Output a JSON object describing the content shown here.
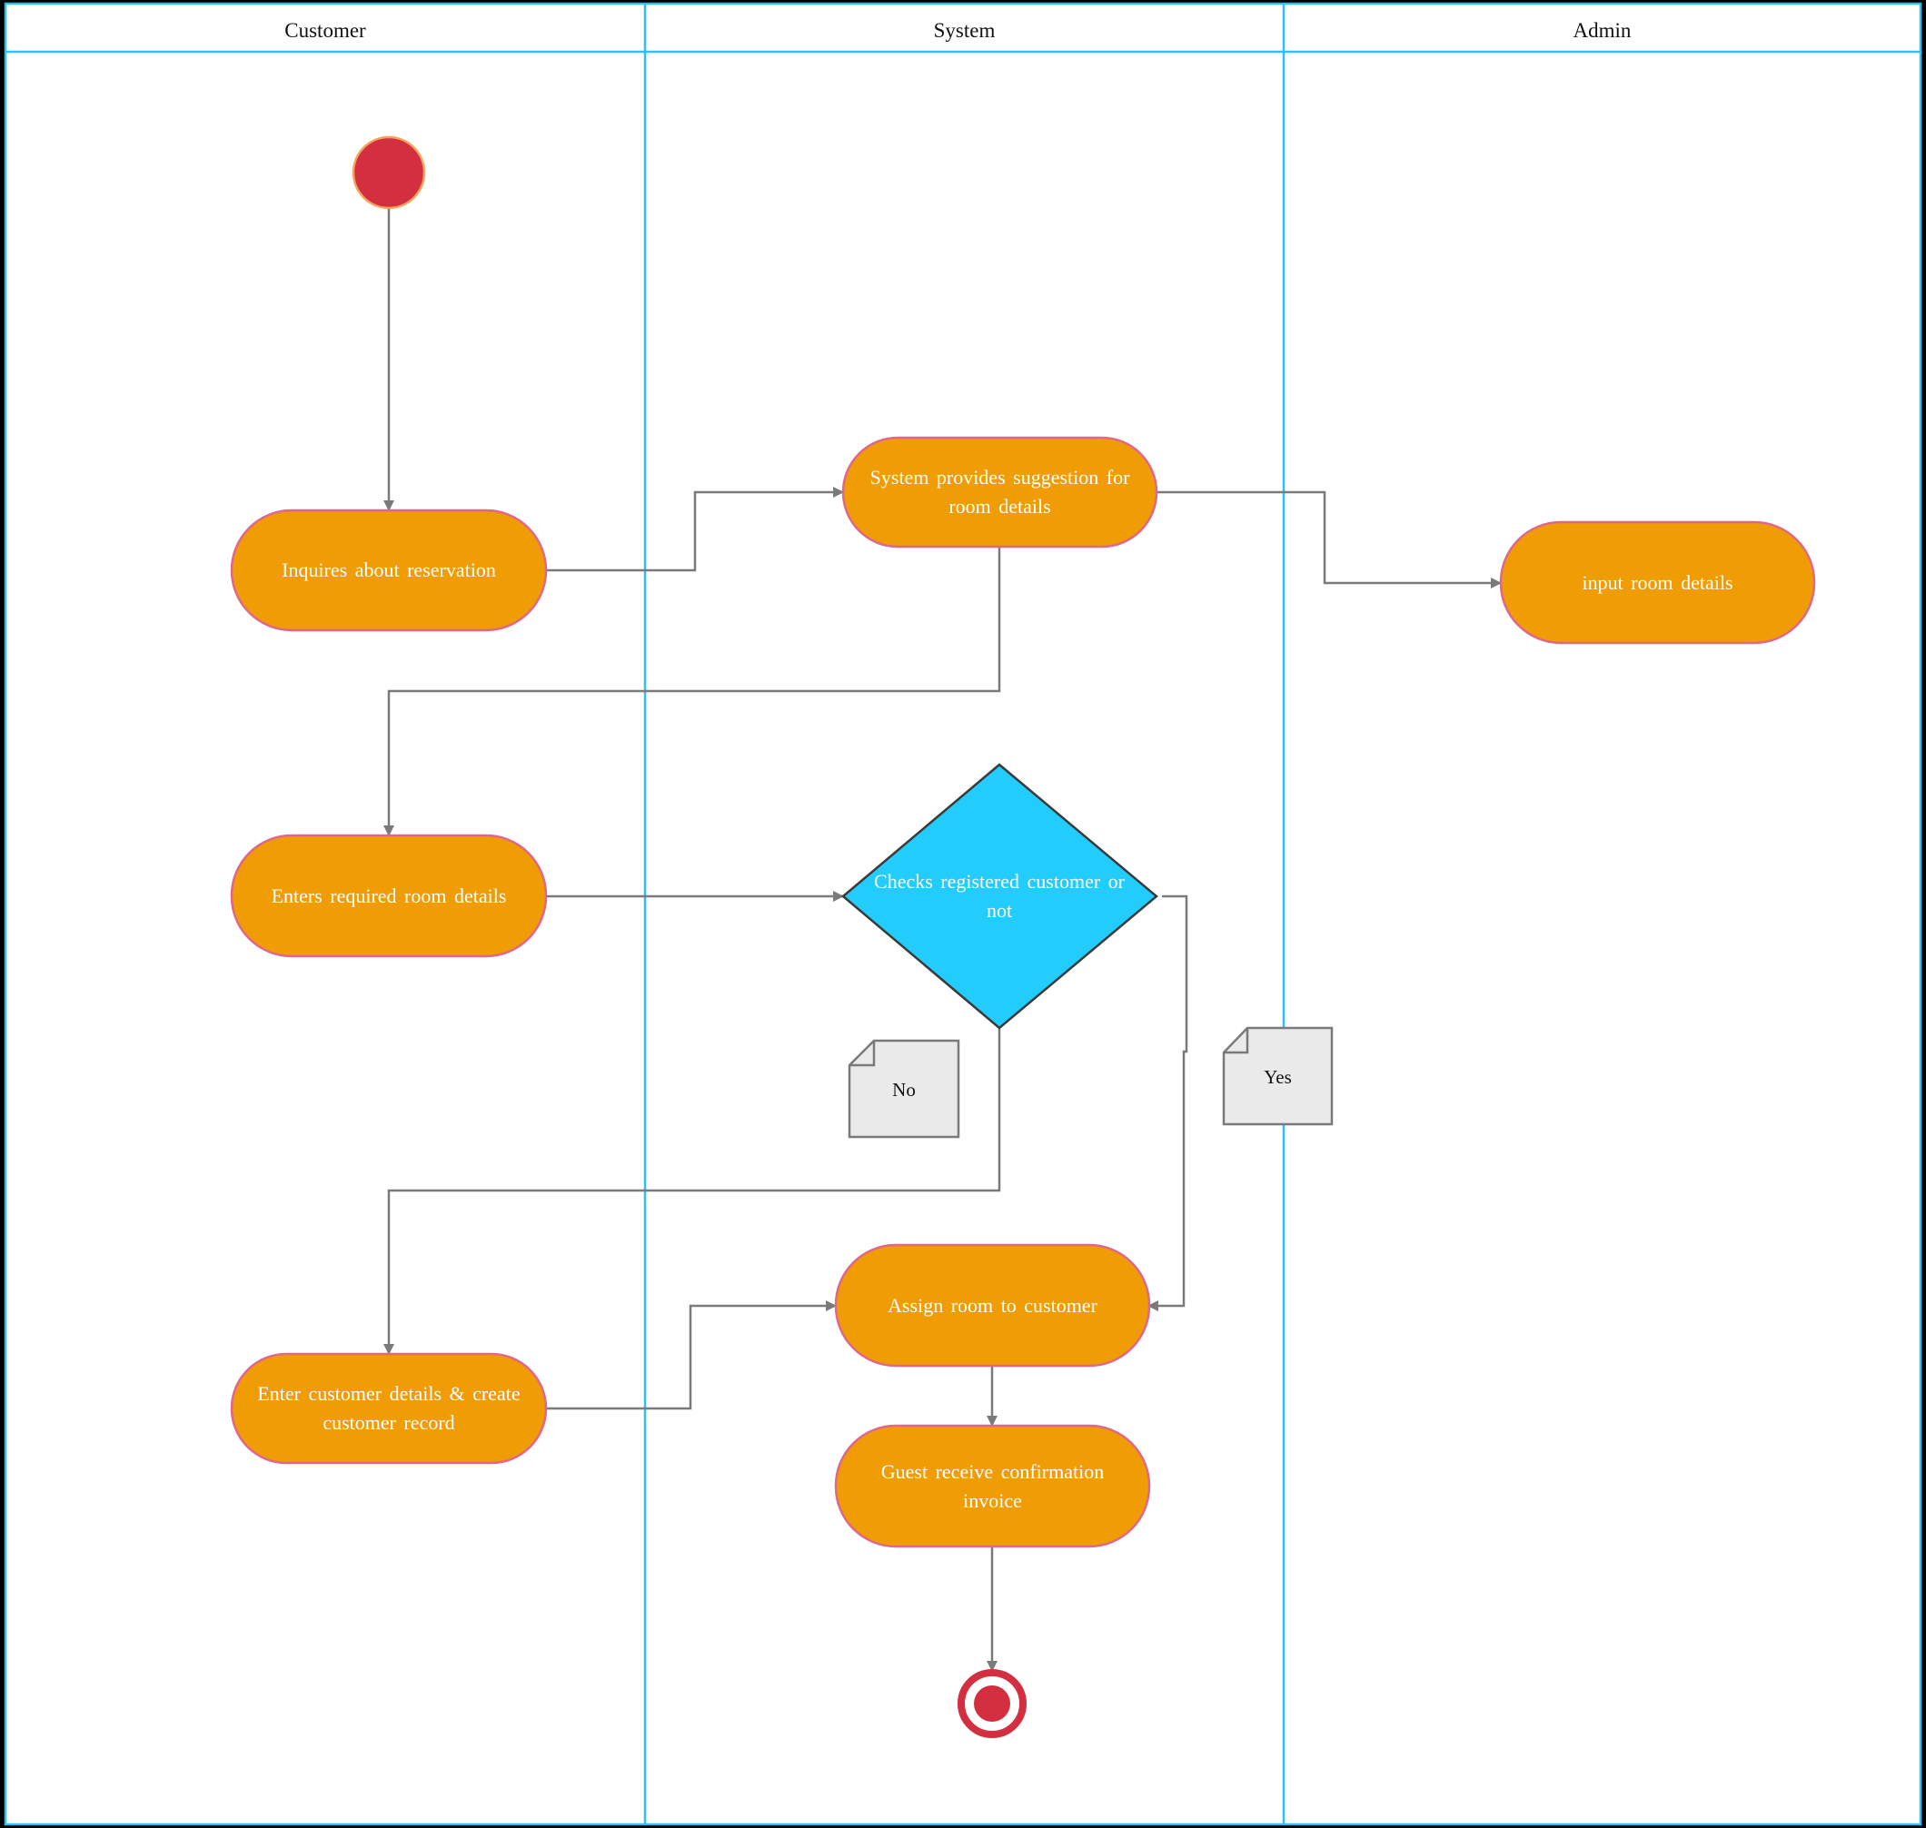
{
  "diagram": {
    "lanes": [
      "Customer",
      "System",
      "Admin"
    ],
    "nodes": {
      "inquires": "Inquires about reservation",
      "suggestion": "System provides suggestion for room details",
      "input_room": "input room details",
      "enters_details": "Enters required room details",
      "checks_registered": "Checks registered customer or not",
      "enter_customer": "Enter customer details & create customer record",
      "assign_room": "Assign room to customer",
      "guest_confirmation": "Guest receive confirmation invoice"
    },
    "notes": {
      "no": "No",
      "yes": "Yes"
    }
  },
  "colors": {
    "activity_fill": "#F09C04",
    "activity_stroke": "#E0668A",
    "decision_fill": "#22CCFC",
    "lane_line": "#2CC1F0",
    "start_end": "#D42F40",
    "connector": "#7A7A7A",
    "note_fill": "#EAEAEA"
  }
}
